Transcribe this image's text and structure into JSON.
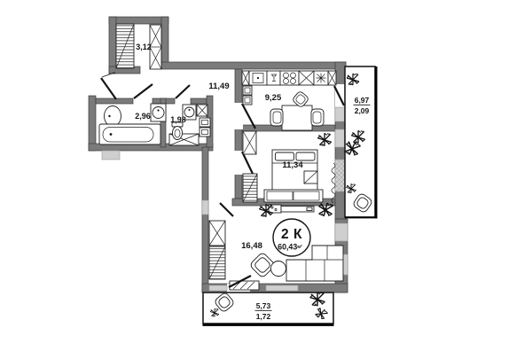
{
  "plan": {
    "type_stamp": {
      "rooms_label": "2 К",
      "area_value": "60,43",
      "area_unit": "м²"
    },
    "rooms": [
      {
        "id": "storage",
        "area": "3,12"
      },
      {
        "id": "hallway",
        "area": "11,49"
      },
      {
        "id": "bathroom",
        "area": "2,96"
      },
      {
        "id": "toilet",
        "area": "1,98"
      },
      {
        "id": "kitchen",
        "area": "9,25"
      },
      {
        "id": "bedroom",
        "area": "11,34"
      },
      {
        "id": "living-room",
        "area": "16,48"
      }
    ],
    "balconies": [
      {
        "id": "right-balcony",
        "area_full": "6,97",
        "area_reduced": "2,09"
      },
      {
        "id": "bottom-balcony",
        "area_full": "5,73",
        "area_reduced": "1,72"
      }
    ],
    "icons": {
      "plant": "starburst ✳ scribble",
      "wardrobe_hatched": "rect with horizontal hatch",
      "wardrobe_crossed": "rect with X",
      "window": "light gray band in wall",
      "stove": "4 burner circles",
      "sink": "basin with faucet dot"
    },
    "colors": {
      "wall": "#7b7b7b",
      "window": "#cfcfcf",
      "line": "#141414",
      "background": "#ffffff"
    }
  }
}
